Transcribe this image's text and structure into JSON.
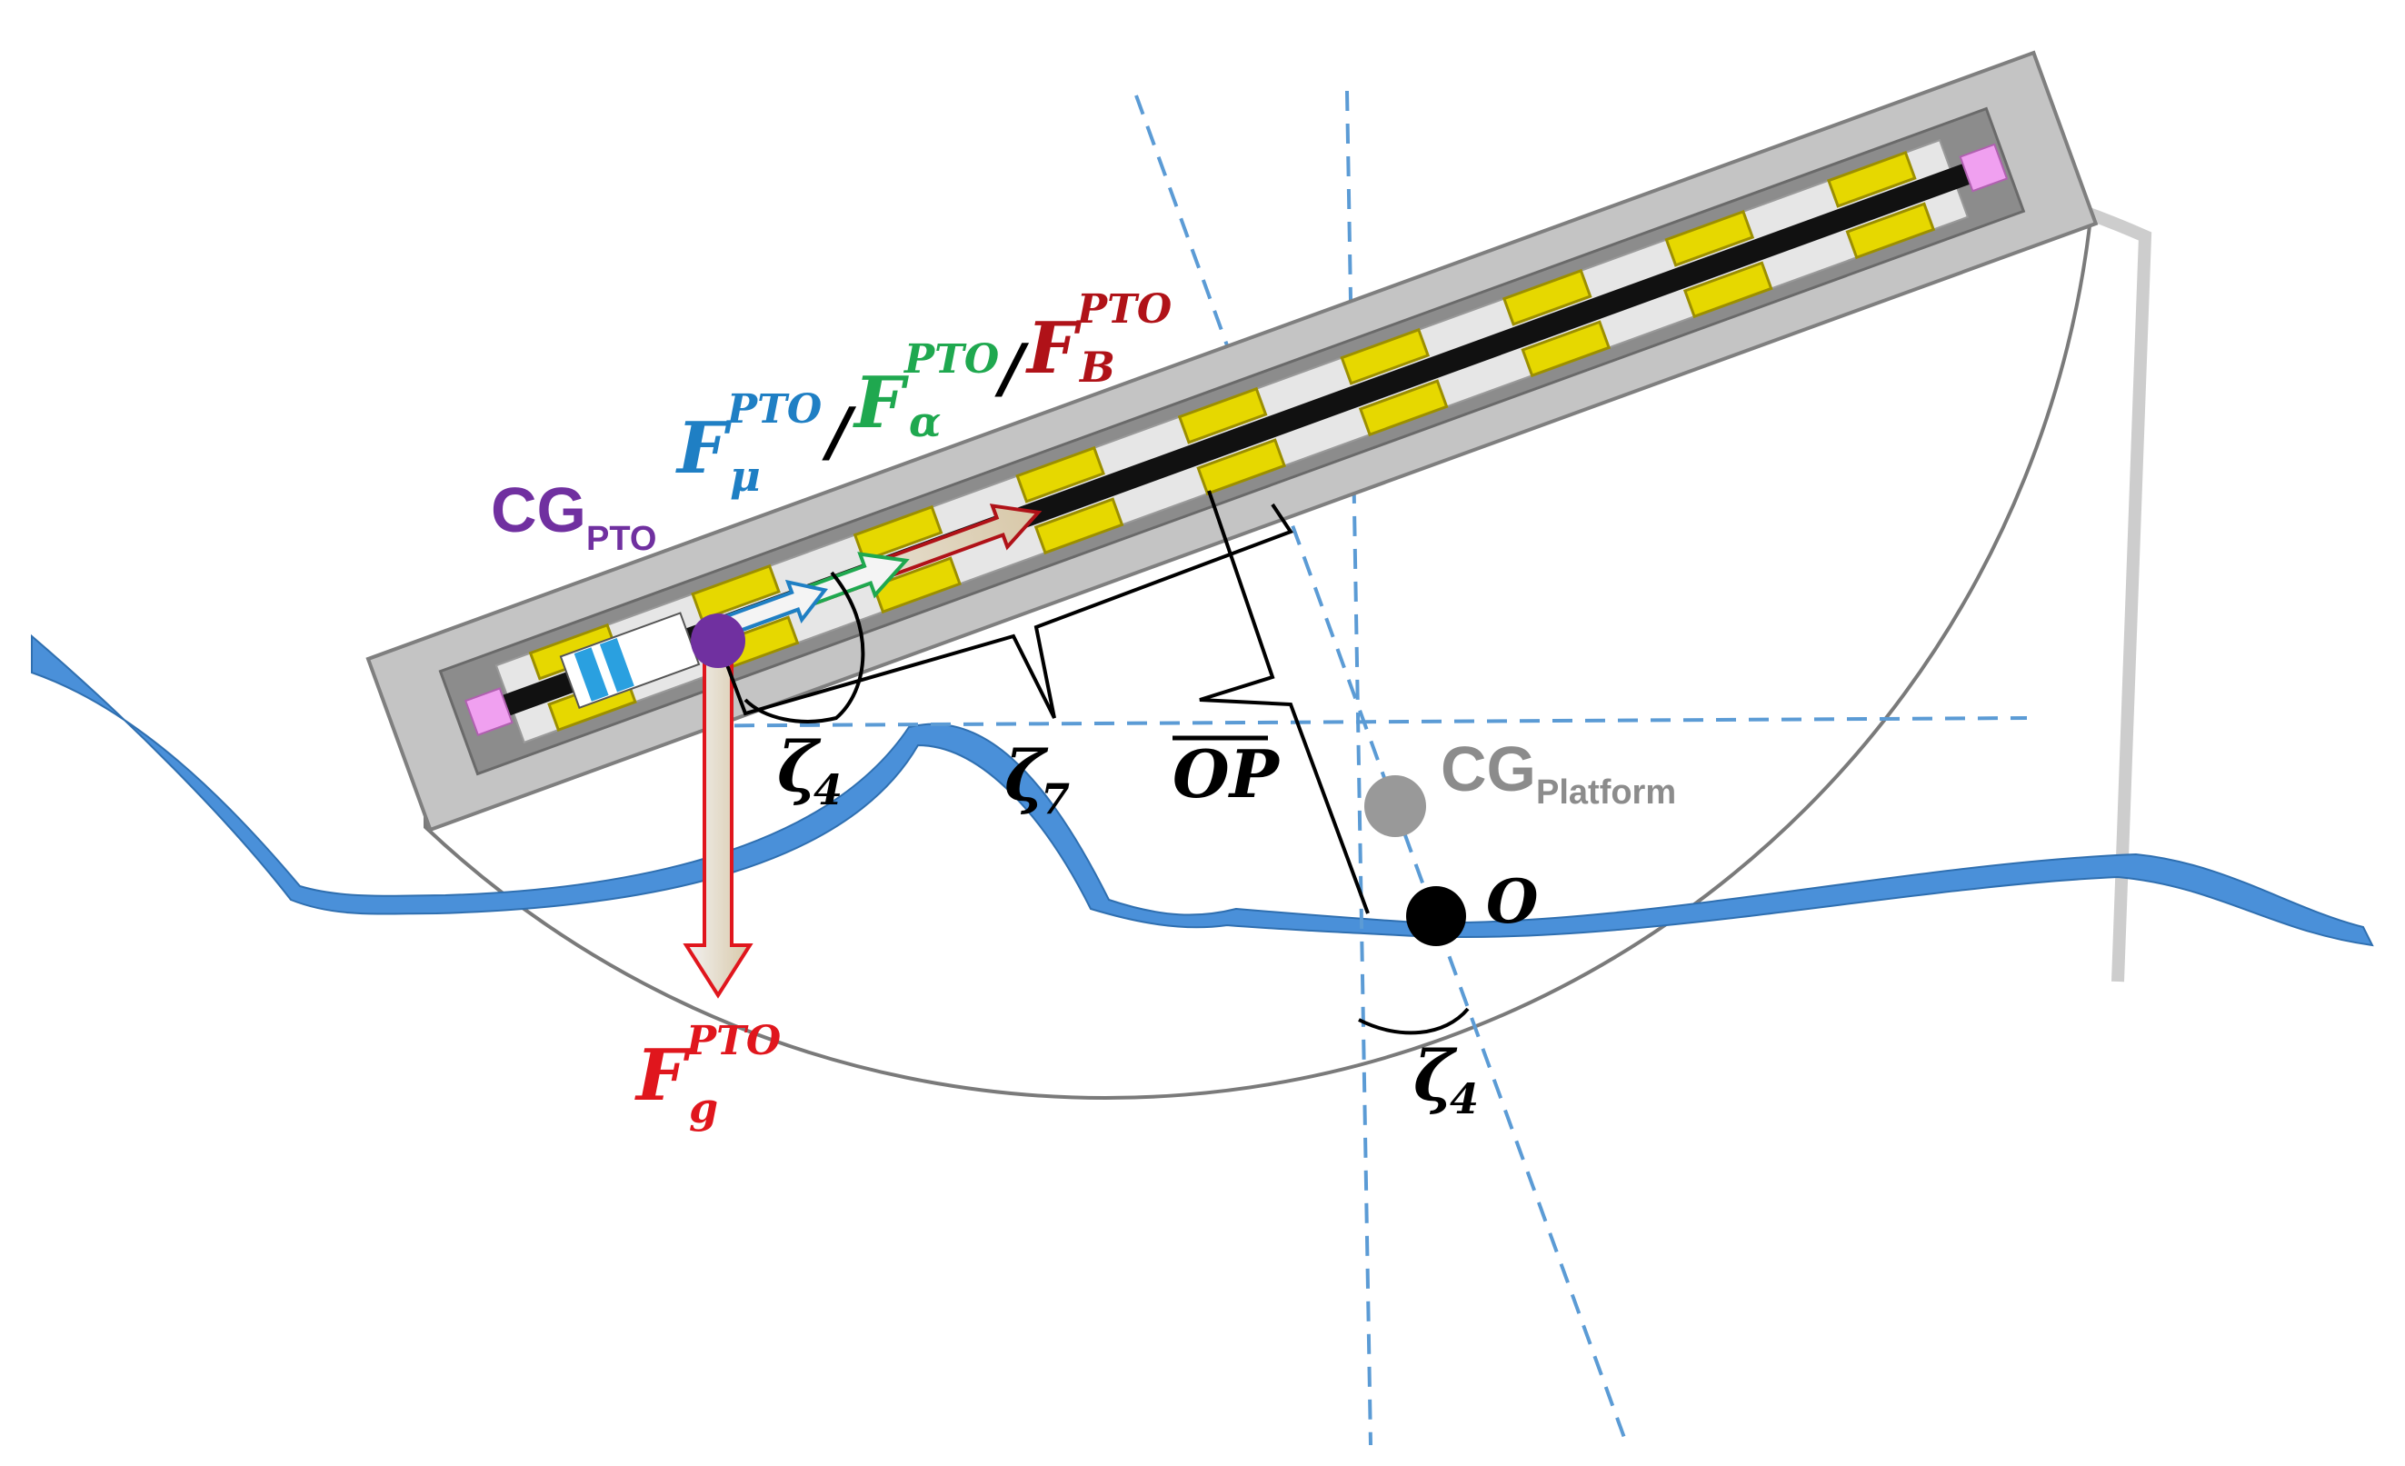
{
  "labels": {
    "cg_pto_main": "CG",
    "cg_pto_sub": "PTO",
    "f_mu_main": "F",
    "f_mu_sup": "PTO",
    "f_mu_sub": "μ",
    "f_alpha_main": "F",
    "f_alpha_sup": "PTO",
    "f_alpha_sub": "α",
    "f_b_main": "F",
    "f_b_sup": "PTO",
    "f_b_sub": "B",
    "separator": "/",
    "f_g_main": "F",
    "f_g_sup": "PTO",
    "f_g_sub": "g",
    "zeta4_main": "ζ",
    "zeta4_sub": "4",
    "zeta7_main": "ζ",
    "zeta7_sub": "7",
    "op": "OP",
    "cg_platform_main": "CG",
    "cg_platform_sub": "Platform",
    "origin": "O",
    "zeta4b_main": "ζ",
    "zeta4b_sub": "4"
  },
  "colors": {
    "mu": "#1f7fc4",
    "alpha": "#1fa84f",
    "buoyancy": "#b01218",
    "gravity": "#e0161d",
    "cg_pto": "#7030a0",
    "cg_platform": "#8c8c8c",
    "dash_line": "#5b9bd5",
    "water": "#4a90d9",
    "magnet": "#e6d800",
    "housing": "#bdbdbd"
  }
}
